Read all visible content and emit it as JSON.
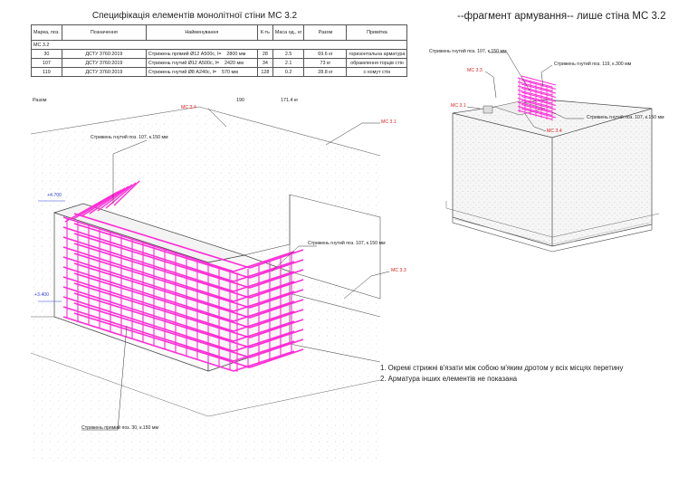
{
  "spec": {
    "title": "Специфікація елементів монолітної стіни МС 3.2",
    "headers": [
      "Марка, поз.",
      "Позначення",
      "Найменування",
      "К-ть",
      "Маса од., кг",
      "Разом",
      "Примітка"
    ],
    "group": "МС 3.2",
    "rows": [
      {
        "mark": "30",
        "code": "ДСТУ 3760:2019",
        "name": "Стрижень прямий Ø12 А500с, l=",
        "length": "2800 мм",
        "qty": "28",
        "mass": "2.5",
        "total": "69.6 кг",
        "note": "горизонтальна арматура"
      },
      {
        "mark": "107",
        "code": "ДСТУ 3760:2019",
        "name": "Стрижень гнутий Ø12 А500с, l=",
        "length": "2420 мм",
        "qty": "34",
        "mass": "2.1",
        "total": "73 кг",
        "note": "обрамлення торців стін"
      },
      {
        "mark": "119",
        "code": "ДСТУ 3760:2019",
        "name": "Стрижень гнутий Ø8 А240с, l=",
        "length": "570 мм",
        "qty": "128",
        "mass": "0.2",
        "total": "28.8 кг",
        "note": "с-хомут стін"
      }
    ],
    "total_label": "Разом",
    "total_qty": "190",
    "total_mass": "171.4 кг"
  },
  "fragment": {
    "title": "--фрагмент армування-- лише стіна МС 3.2",
    "labels": {
      "bar107": "Стрижень гнутий  поз. 107,  к.150 мм",
      "bar119": "Стрижень гнутий  поз. 119,  к.300 мм",
      "bar107b": "Стрижень гнутий  поз. 107,  к.150 мм",
      "ms33": "МС 3.3",
      "ms31": "МС 3.1",
      "ms34": "МС 3.4"
    }
  },
  "main": {
    "labels": {
      "ms34": "МС 3.4",
      "ms31": "МС 3.1",
      "ms33": "МС 3.3",
      "bar107_top": "Стрижень гнутий  поз. 107,  к.150 мм",
      "bar107_right": "Стрижень гнутий  поз. 107,  к.150 мм",
      "bar30": "Стрижень прямий  поз. 30,  к.150 мм",
      "elev_top": "+4.700",
      "elev_bottom": "+3.400"
    }
  },
  "notes": [
    "1. Окремі стрижні в'язати між собою м'яким дротом у всіх місцях перетину",
    "2. Арматура інших елементів не показана"
  ],
  "colors": {
    "rebar": "#ff2bd6",
    "tag_red": "#e0201f",
    "elev_blue": "#3343d6",
    "concrete_stroke": "#555555"
  }
}
